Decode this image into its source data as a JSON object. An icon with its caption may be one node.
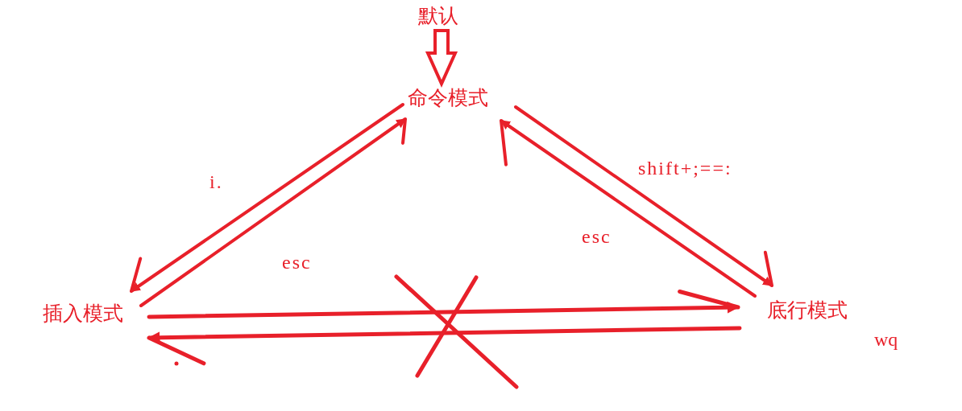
{
  "diagram": {
    "nodes": [
      {
        "text": [
          "默认"
        ]
      },
      {
        "text": [
          "命令模式"
        ]
      },
      {
        "text": [
          "插入模式"
        ]
      },
      {
        "text": [
          "底行模式"
        ],
        "beside": [
          "wq"
        ]
      }
    ],
    "edges": [
      {
        "from": 0,
        "to": 1,
        "arrow": "to",
        "style": "thick"
      },
      {
        "from": 1,
        "to": 2,
        "arrow": "to",
        "label": "i."
      },
      {
        "from": 2,
        "to": 1,
        "arrow": "to",
        "label": "esc"
      },
      {
        "from": 1,
        "to": 3,
        "arrow": "to",
        "label": "shift+;==:"
      },
      {
        "from": 3,
        "to": 1,
        "arrow": "to",
        "label": "esc"
      },
      {
        "from": 2,
        "to": 3,
        "arrow": "to"
      },
      {
        "from": 3,
        "to": 2,
        "arrow": "to"
      }
    ]
  }
}
